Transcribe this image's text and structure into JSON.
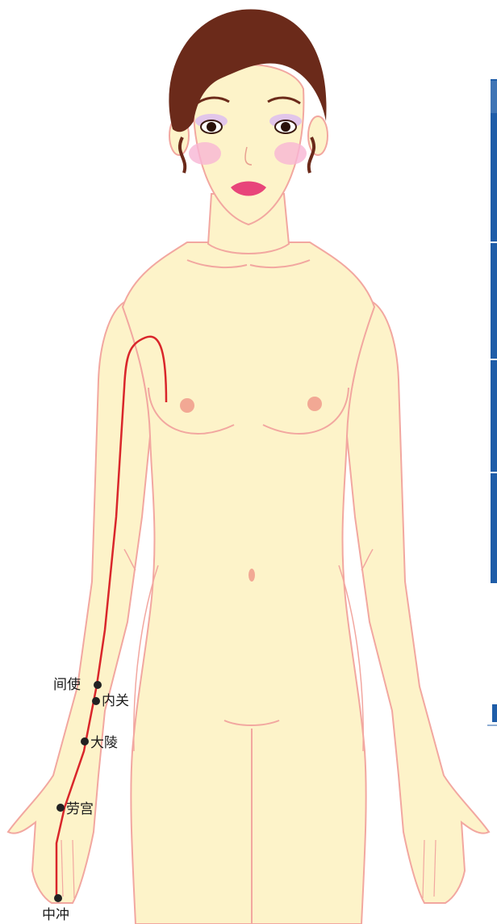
{
  "acupoints": [
    {
      "label": "间使"
    },
    {
      "label": "内关"
    },
    {
      "label": "大陵"
    },
    {
      "label": "劳宫"
    },
    {
      "label": "中冲"
    }
  ],
  "colors": {
    "skin": "#fdf3c9",
    "outline": "#f2a7a0",
    "hair": "#6b2a1a",
    "meridian": "#d9262b",
    "lips": "#e8457a",
    "blush": "#f7b5d4",
    "nipple": "#f2a894",
    "panel": "#1f5da8",
    "point": "#222222"
  }
}
